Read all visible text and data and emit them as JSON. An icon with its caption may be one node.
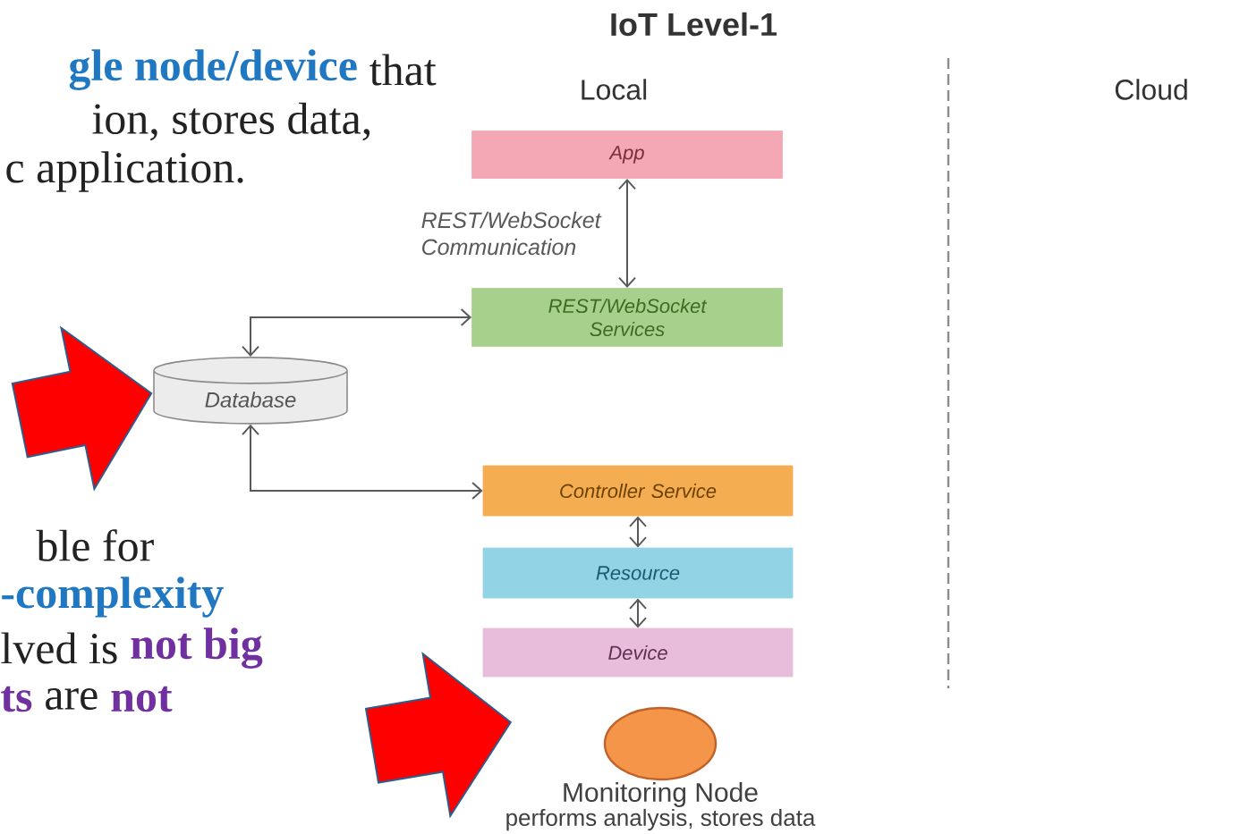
{
  "diagram": {
    "title": "IoT Level-1",
    "nodes": [
      {
        "text": [
          "App"
        ]
      },
      {
        "text": [
          "REST/WebSocket Services"
        ]
      },
      {
        "text": [
          "Database"
        ]
      },
      {
        "text": [
          "Controller Service"
        ]
      },
      {
        "text": [
          "Resource"
        ]
      },
      {
        "text": [
          "Device"
        ]
      },
      {
        "text": [],
        "shape": "circle",
        "beside": [
          "Monitoring Node",
          "performs analysis, stores data"
        ]
      }
    ],
    "edges": [
      {
        "from": 0,
        "to": 1,
        "arrow": "both",
        "label": "REST/WebSocket Communication"
      },
      {
        "from": 2,
        "to": 1,
        "arrow": "both"
      },
      {
        "from": 2,
        "to": 3,
        "arrow": "both"
      },
      {
        "from": 3,
        "to": 4,
        "arrow": "both"
      },
      {
        "from": 4,
        "to": 5,
        "arrow": "both"
      },
      {
        "from": null,
        "to": 2,
        "arrow": "to",
        "style": "thick",
        "color": "#ff0000"
      },
      {
        "from": null,
        "to": 6,
        "arrow": "to",
        "style": "thick",
        "color": "#ff0000"
      }
    ],
    "labels": [
      "Local",
      "Cloud",
      "gle node/device",
      "that",
      "ion, stores data,",
      "c application.",
      "ble for",
      "-complexity",
      "lved is",
      "not big",
      "ts",
      "are",
      "not"
    ]
  }
}
